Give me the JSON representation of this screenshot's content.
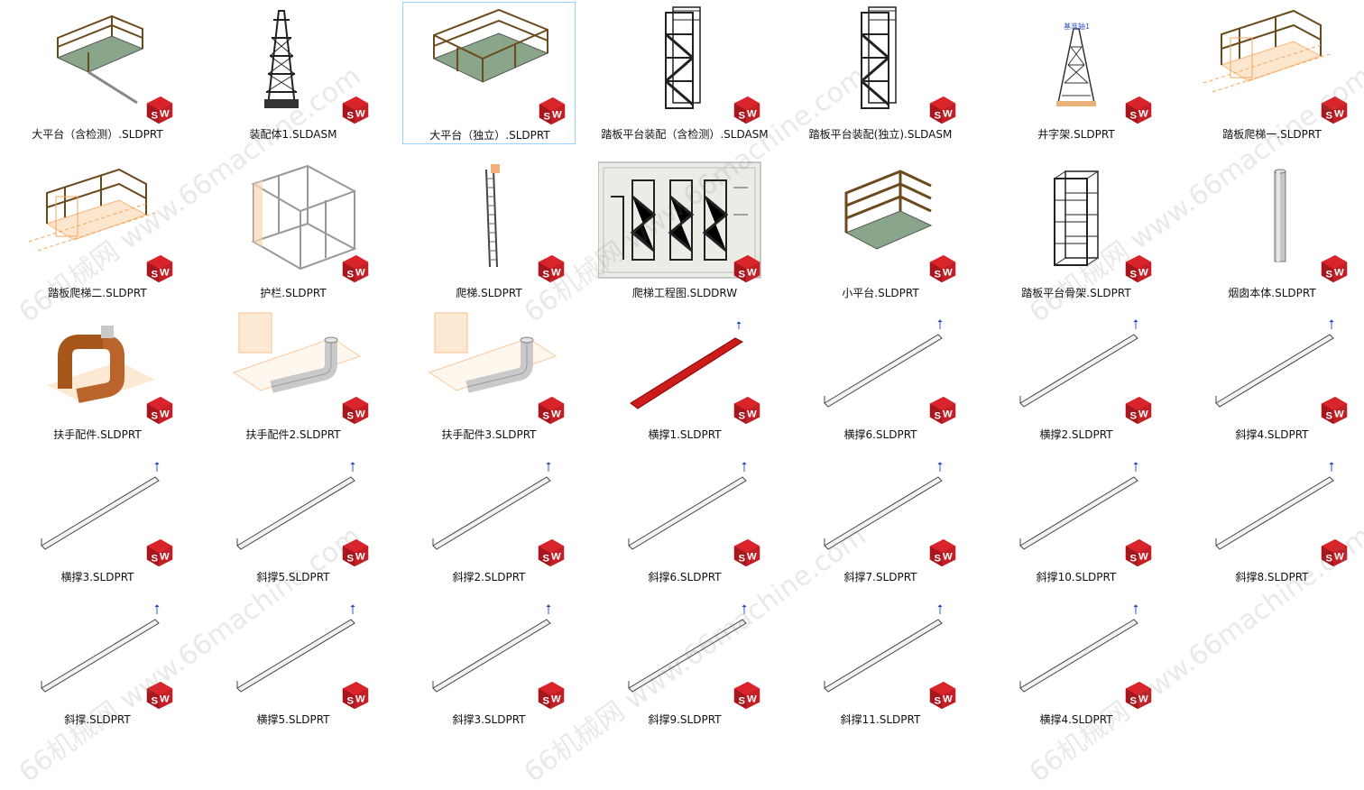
{
  "files": [
    {
      "name": "大平台（含检测）.SLDPRT",
      "thumb": "platform-railing",
      "selected": false
    },
    {
      "name": "装配体1.SLDASM",
      "thumb": "tower-black",
      "selected": false
    },
    {
      "name": "大平台（独立）.SLDPRT",
      "thumb": "platform-railing-large",
      "selected": true
    },
    {
      "name": "踏板平台装配（含检测）.SLDASM",
      "thumb": "stair-tower",
      "selected": false
    },
    {
      "name": "踏板平台装配(独立).SLDASM",
      "thumb": "stair-tower",
      "selected": false
    },
    {
      "name": "井字架.SLDPRT",
      "thumb": "lattice-tower",
      "selected": false
    },
    {
      "name": "踏板爬梯一.SLDPRT",
      "thumb": "orange-frame",
      "selected": false
    },
    {
      "name": "踏板爬梯二.SLDPRT",
      "thumb": "orange-frame",
      "selected": false
    },
    {
      "name": "护栏.SLDPRT",
      "thumb": "guardrail-box",
      "selected": false
    },
    {
      "name": "爬梯.SLDPRT",
      "thumb": "ladder",
      "selected": false
    },
    {
      "name": "爬梯工程图.SLDDRW",
      "thumb": "drawing",
      "selected": false
    },
    {
      "name": "小平台.SLDPRT",
      "thumb": "small-platform",
      "selected": false
    },
    {
      "name": "踏板平台骨架.SLDPRT",
      "thumb": "skeleton-frame",
      "selected": false
    },
    {
      "name": "烟囱本体.SLDPRT",
      "thumb": "chimney",
      "selected": false
    },
    {
      "name": "扶手配件.SLDPRT",
      "thumb": "elbow-pipe",
      "selected": false
    },
    {
      "name": "扶手配件2.SLDPRT",
      "thumb": "bent-pipe",
      "selected": false
    },
    {
      "name": "扶手配件3.SLDPRT",
      "thumb": "bent-pipe",
      "selected": false
    },
    {
      "name": "横撑1.SLDPRT",
      "thumb": "red-beam",
      "selected": false
    },
    {
      "name": "横撑6.SLDPRT",
      "thumb": "beam",
      "selected": false
    },
    {
      "name": "横撑2.SLDPRT",
      "thumb": "beam",
      "selected": false
    },
    {
      "name": "斜撑4.SLDPRT",
      "thumb": "beam",
      "selected": false
    },
    {
      "name": "横撑3.SLDPRT",
      "thumb": "beam",
      "selected": false
    },
    {
      "name": "斜撑5.SLDPRT",
      "thumb": "beam",
      "selected": false
    },
    {
      "name": "斜撑2.SLDPRT",
      "thumb": "beam",
      "selected": false
    },
    {
      "name": "斜撑6.SLDPRT",
      "thumb": "beam",
      "selected": false
    },
    {
      "name": "斜撑7.SLDPRT",
      "thumb": "beam",
      "selected": false
    },
    {
      "name": "斜撑10.SLDPRT",
      "thumb": "beam",
      "selected": false
    },
    {
      "name": "斜撑8.SLDPRT",
      "thumb": "beam",
      "selected": false
    },
    {
      "name": "斜撑.SLDPRT",
      "thumb": "beam",
      "selected": false
    },
    {
      "name": "横撑5.SLDPRT",
      "thumb": "beam",
      "selected": false
    },
    {
      "name": "斜撑3.SLDPRT",
      "thumb": "beam",
      "selected": false
    },
    {
      "name": "斜撑9.SLDPRT",
      "thumb": "beam",
      "selected": false
    },
    {
      "name": "斜撑11.SLDPRT",
      "thumb": "beam",
      "selected": false
    },
    {
      "name": "横撑4.SLDPRT",
      "thumb": "beam",
      "selected": false
    }
  ],
  "badge_text": "SW",
  "badge_color": "#d9242b",
  "watermark_text": "66机械网 www.66machine.com",
  "datum_label": "基准轴1"
}
